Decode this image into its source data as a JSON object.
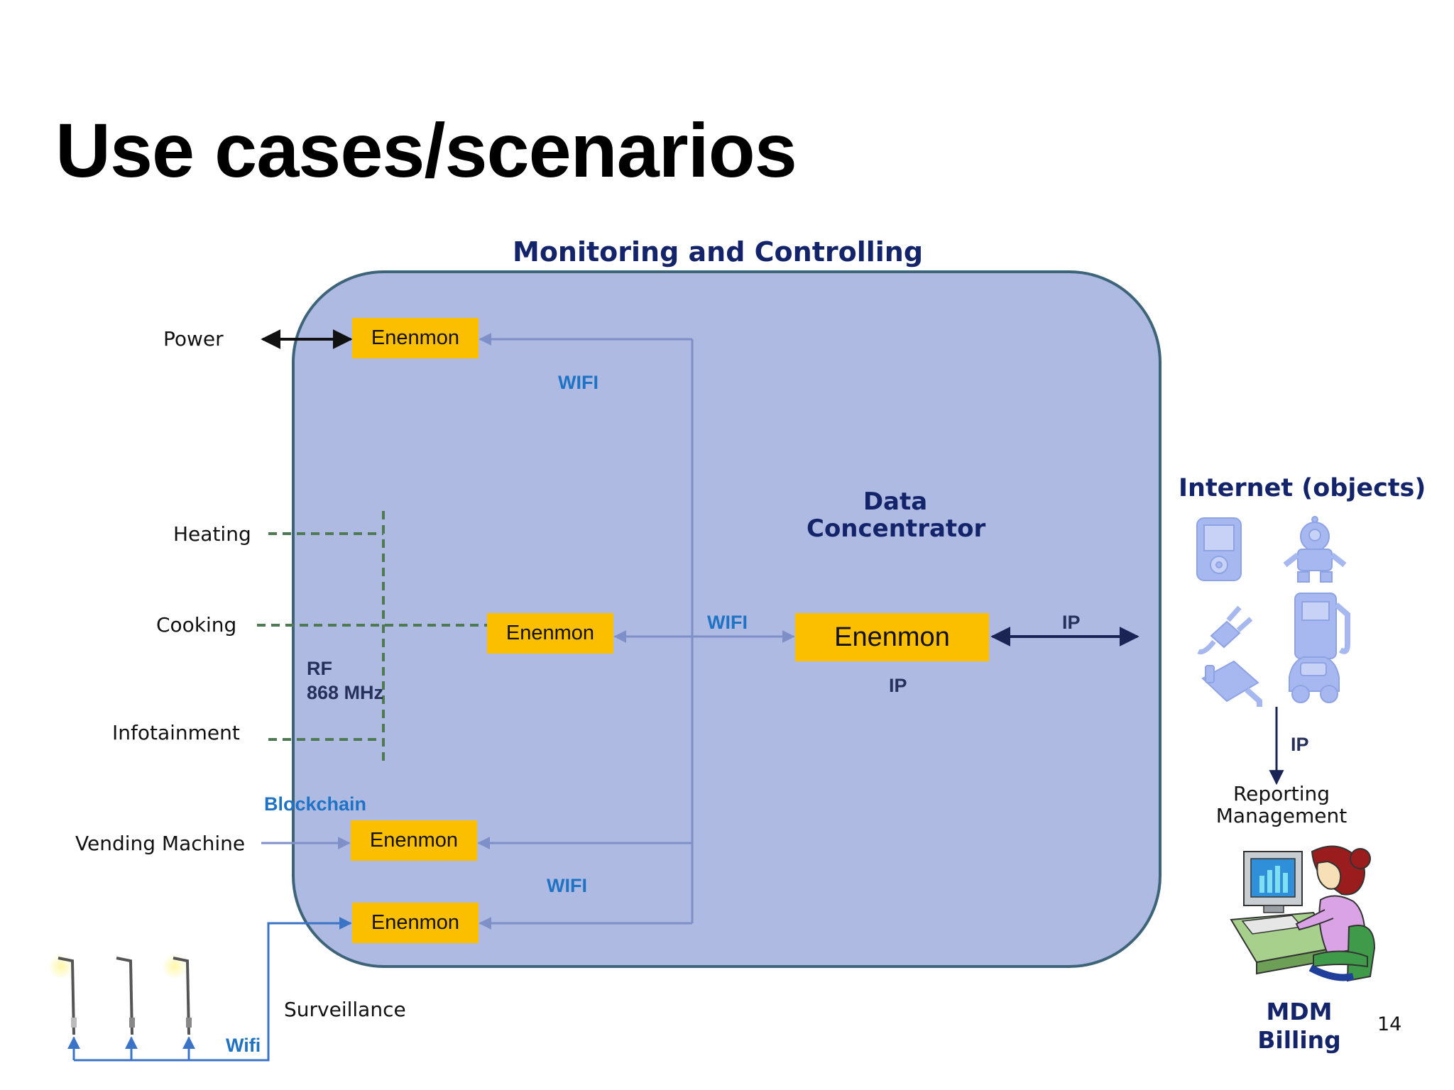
{
  "slide": {
    "title": "Use cases/scenarios",
    "page_number": "14"
  },
  "diagram": {
    "main_header": "Monitoring and Controlling",
    "data_concentrator": [
      "Data",
      "Concentrator"
    ],
    "internet_header": "Internet (objects)",
    "node_label": "Enenmon",
    "inputs": {
      "power": "Power",
      "heating": "Heating",
      "cooking": "Cooking",
      "infotainment": "Infotainment",
      "vending": "Vending Machine",
      "surveillance": "Surveillance"
    },
    "links": {
      "wifi_top": "WIFI",
      "wifi_mid": "WIFI",
      "wifi_bottom": "WIFI",
      "wifi_lamps": "Wifi",
      "rf": "RF",
      "rf_freq": "868 MHz",
      "blockchain": "Blockchain",
      "ip_right": "IP",
      "ip_below": "IP",
      "ip_down": "IP"
    },
    "reporting": [
      "Reporting",
      "Management"
    ],
    "billing": [
      "MDM",
      "Billing"
    ],
    "colors": {
      "region_fill": "#aebae2",
      "region_border": "#3d6478",
      "node_fill": "#fbbf00",
      "connector": "#7f8fc8",
      "rf_dashed": "#4d7a52",
      "header_navy": "#14246a",
      "link_blue": "#1f73c4",
      "icon_blue": "#a7b8f0"
    },
    "icons": [
      "media-player-icon",
      "robot-icon",
      "plug-icon",
      "fuel-pump-icon",
      "security-camera-icon",
      "car-icon",
      "street-lamp-icon",
      "office-worker-computer-icon"
    ]
  }
}
